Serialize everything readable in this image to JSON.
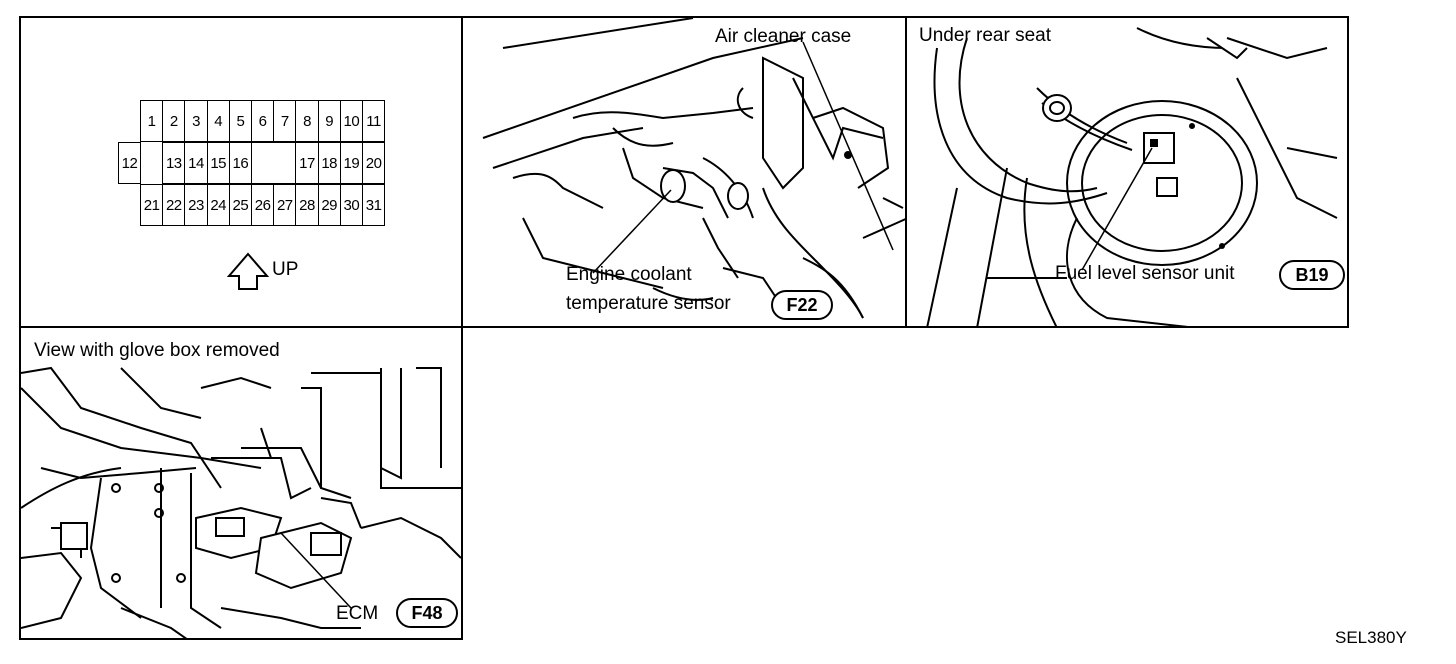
{
  "connector": {
    "row1": [
      "1",
      "2",
      "3",
      "4",
      "5",
      "6",
      "7",
      "8",
      "9",
      "10",
      "11"
    ],
    "row2_left": "12",
    "row2": [
      "13",
      "14",
      "15",
      "16"
    ],
    "row2_right": [
      "17",
      "18",
      "19",
      "20"
    ],
    "row3": [
      "21",
      "22",
      "23",
      "24",
      "25",
      "26",
      "27",
      "28",
      "29",
      "30",
      "31"
    ],
    "up_label": "UP"
  },
  "panel_coolant": {
    "top_label": "Air cleaner case",
    "sensor_line1": "Engine coolant",
    "sensor_line2": "temperature sensor",
    "badge": "F22"
  },
  "panel_fuel": {
    "top_label": "Under rear seat",
    "sensor_label": "Fuel level sensor unit",
    "badge": "B19"
  },
  "panel_ecm": {
    "top_label": "View with glove box removed",
    "sensor_label": "ECM",
    "badge": "F48"
  },
  "figure_code": "SEL380Y"
}
